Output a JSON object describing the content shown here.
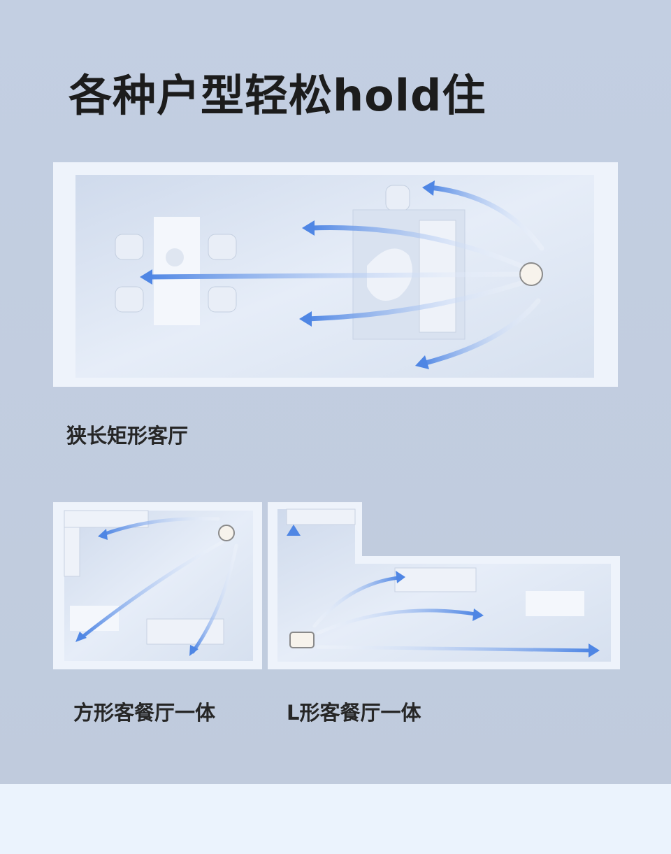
{
  "title": "各种户型轻松hold住",
  "layouts": [
    {
      "label": "狭长矩形客厅"
    },
    {
      "label": "方形客餐厅一体"
    },
    {
      "label": "L形客餐厅一体"
    }
  ],
  "colors": {
    "accent_arrow": "#5b8fe6",
    "background": "#c1ccde",
    "footer": "#ebf3fd",
    "text": "#1c1c1c"
  }
}
